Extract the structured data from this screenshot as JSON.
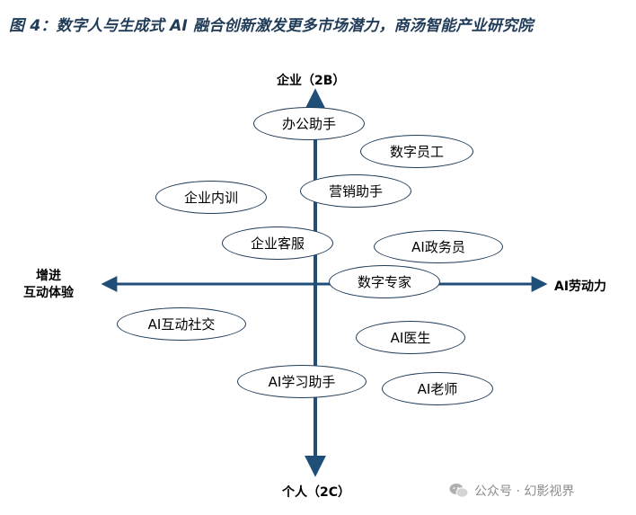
{
  "figure": {
    "title": "图 4：数字人与生成式 AI 融合创新激发更多市场潜力，商汤智能产业研究院"
  },
  "axes": {
    "top": "企业（2B）",
    "bottom": "个人（2C）",
    "right": "AI劳动力",
    "left_line1": "增进",
    "left_line2": "互动体验"
  },
  "bubbles": {
    "office_assistant": "办公助手",
    "digital_employee": "数字员工",
    "marketing_assistant": "营销助手",
    "enterprise_training": "企业内训",
    "enterprise_service": "企业客服",
    "ai_civil_servant": "AI政务员",
    "digital_expert": "数字专家",
    "ai_interactive_social": "AI互动社交",
    "ai_doctor": "AI医生",
    "ai_learning_assistant": "AI学习助手",
    "ai_teacher": "AI老师"
  },
  "watermark": {
    "text": "公众号 · 幻影视界"
  },
  "colors": {
    "axis": "#1f4e79",
    "bubble_border": "#1f3b57",
    "title": "#1f3b57"
  }
}
